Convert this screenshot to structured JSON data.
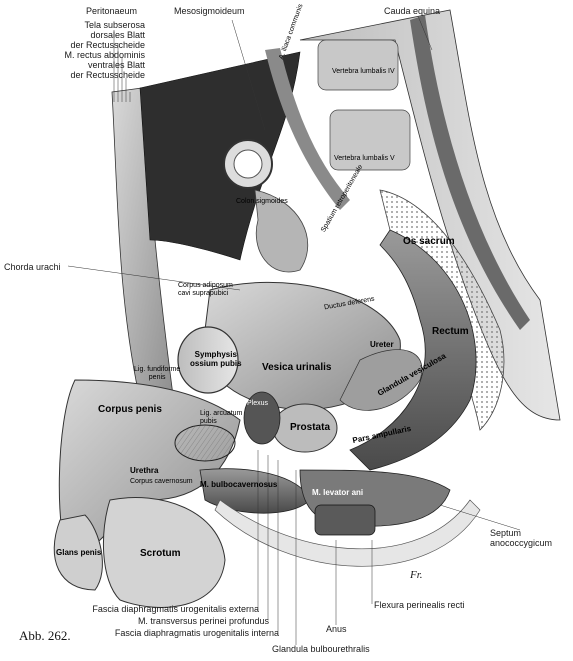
{
  "caption": "Abb. 262.",
  "labels": {
    "peritonaeum": "Peritonaeum",
    "tela_subserosa": "Tela subserosa",
    "dorsales_blatt": "dorsales Blatt",
    "der_rectusscheide_1": "der Rectusscheide",
    "m_rectus": "M. rectus abdominis",
    "ventrales_blatt": "ventrales Blatt",
    "der_rectusscheide_2": "der Rectusscheide",
    "mesosigmoideum": "Mesosigmoideum",
    "cauda_equina": "Cauda equina",
    "chorda_urachi": "Chorda urachi",
    "septum": "Septum",
    "anococcygicum": "anococcygicum",
    "fascia_ext": "Fascia diaphragmatis urogenitalis externa",
    "m_transversus": "M. transversus perinei profundus",
    "fascia_int": "Fascia diaphragmatis urogenitalis interna",
    "anus": "Anus",
    "flexura": "Flexura perinealis recti",
    "glandula_bulbo": "Glandula bulbourethralis"
  },
  "inner_labels": {
    "a_iliaca": "A. iliaca communis",
    "vertebra_iv": "Vertebra lumbalis IV",
    "vertebra_v": "Vertebra lumbalis V",
    "colon": "Colon sigmoides",
    "spatium": "Spatium retroperitoneale",
    "os_sacrum": "Os sacrum",
    "corpus_adiposum": "Corpus adiposum cavi suprapubici",
    "ductus_deferens": "Ductus deferens",
    "rectum": "Rectum",
    "ureter": "Ureter",
    "symphysis_1": "Symphysis",
    "symphysis_2": "ossium pubis",
    "vesica": "Vesica urinalis",
    "glandula_vesiculosa": "Glandula vesiculosa",
    "lig_fundiforme_1": "Lig. fundiforme",
    "lig_fundiforme_2": "penis",
    "corpus_penis": "Corpus penis",
    "lig_arcuatum_1": "Lig. arcuatum",
    "lig_arcuatum_2": "pubis",
    "plexus": "Plexus",
    "prostata": "Prostata",
    "pars_ampullaris": "Pars ampullaris",
    "urethra": "Urethra",
    "corpus_cavernosum": "Corpus cavernosum",
    "m_bulbo": "M. bulbocavernosus",
    "m_levator": "M. levator ani",
    "glans": "Glans penis",
    "scrotum": "Scrotum",
    "signature": "Fr."
  }
}
